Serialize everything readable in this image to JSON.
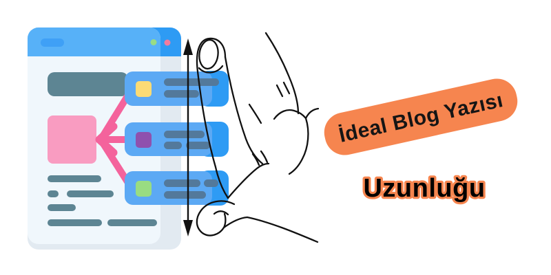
{
  "badge": {
    "label": "İdeal Blog Yazısı"
  },
  "subtitle": {
    "label": "Uzunluğu"
  },
  "illustration": {
    "window_icons": [
      "green-dot",
      "pink-dot"
    ],
    "card_icons": [
      "yellow-square",
      "purple-square",
      "green-square"
    ],
    "symbols": {
      "measure_arrow": "vertical-double-arrow",
      "hand": "pinch-measure-hand-line-art",
      "connectors": "pink-arrow-to-image-block"
    }
  },
  "colors": {
    "badge_bg": "#F6854F",
    "badge_text": "#151515",
    "subtitle_fill": "#000000",
    "subtitle_stroke": "#F6854F",
    "window_header": "#57B1F8",
    "window_header_side": "#2E9BF4",
    "window_header_pill": "#3FA0F6",
    "dot_green": "#98DC85",
    "dot_pink": "#F07CA0",
    "window_body": "#F0F7FC",
    "window_side": "#E2EAF1",
    "content_bar": "#5D8593",
    "pink_block": "#F99CC1",
    "pink_arrow": "#F4639C",
    "card_front": "#5CA9F4",
    "card_side": "#2E9BF4",
    "card_bar": "#53799B",
    "icon_yellow": "#FBDB75",
    "icon_purple": "#8F51AE",
    "icon_green": "#99DC82",
    "line_art": "#111111"
  }
}
